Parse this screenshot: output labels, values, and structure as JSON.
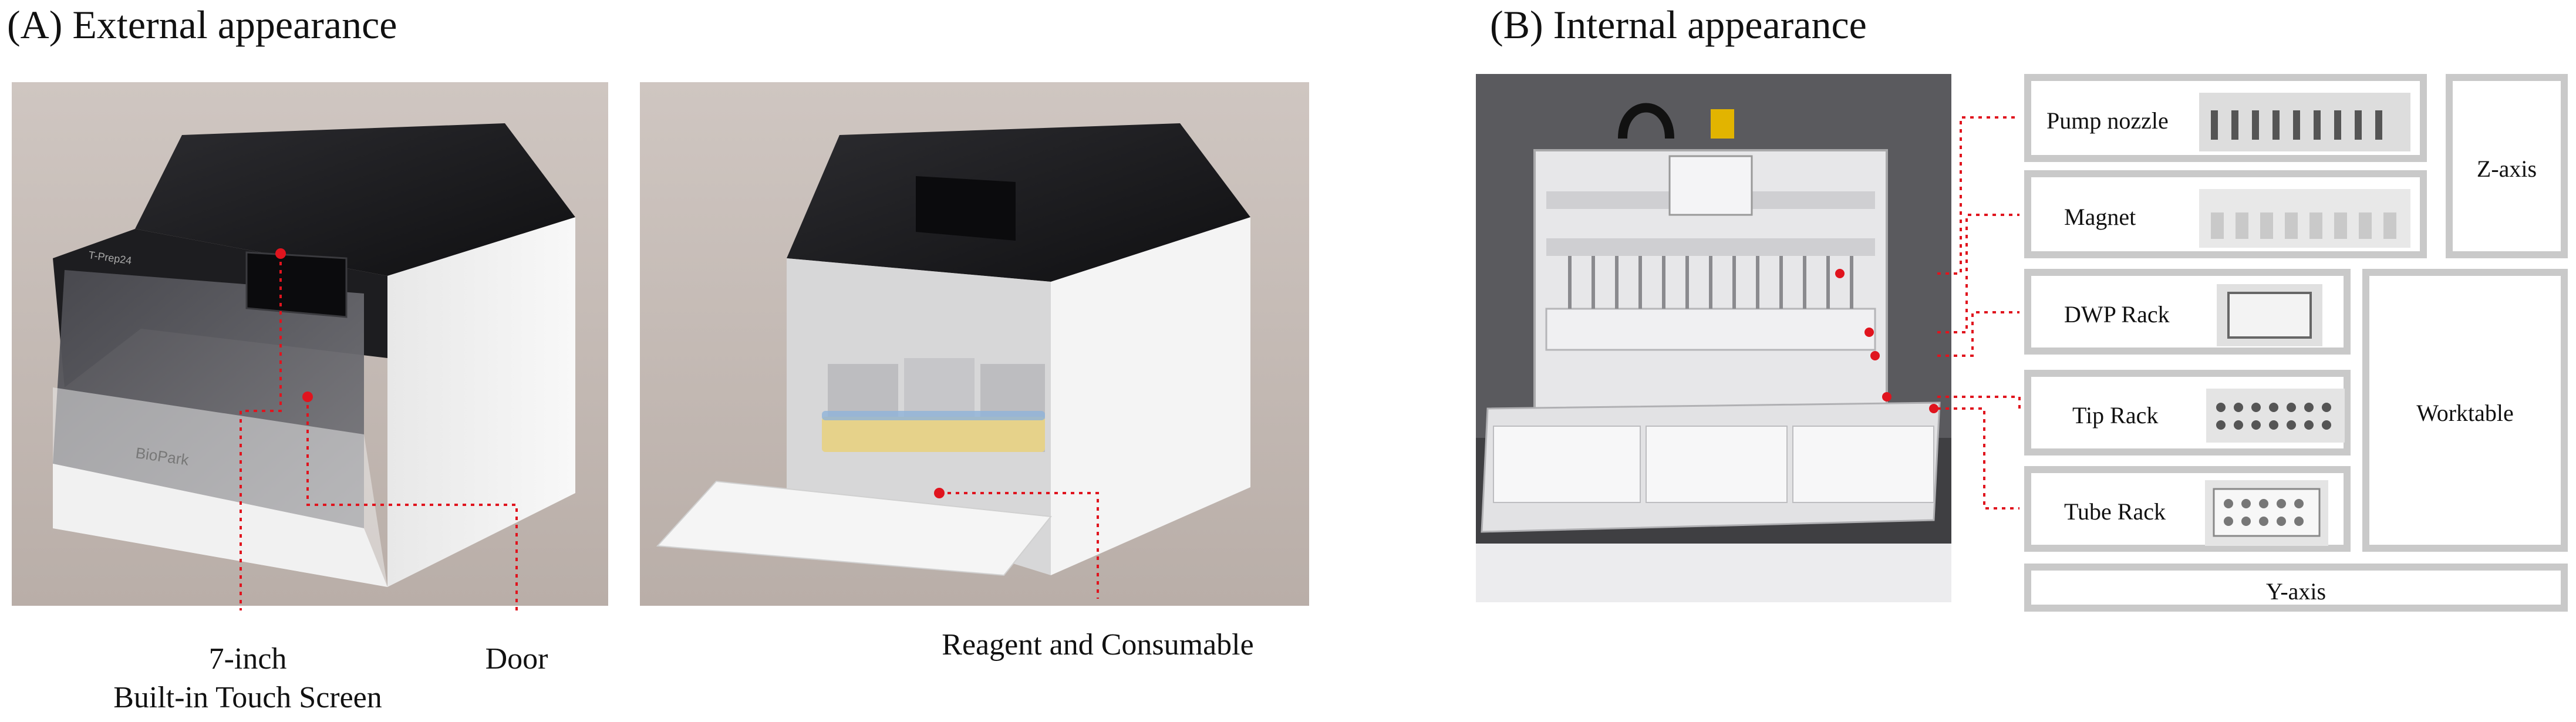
{
  "panelA": {
    "title": "(A) External appearance",
    "device_brand": "BioPark",
    "device_model": "T-Prep24",
    "callouts": {
      "screen_line1": "7-inch",
      "screen_line2": "Built-in Touch Screen",
      "door": "Door",
      "reagent": "Reagent and Consumable"
    }
  },
  "panelB": {
    "title": "(B) Internal appearance",
    "components": {
      "pump_nozzle": "Pump nozzle",
      "magnet": "Magnet",
      "dwp_rack": "DWP Rack",
      "tip_rack": "Tip Rack",
      "tube_rack": "Tube Rack"
    },
    "axes": {
      "z_axis": "Z-axis",
      "worktable": "Worktable",
      "y_axis": "Y-axis"
    }
  },
  "colors": {
    "callout_red": "#e0141e",
    "box_border": "#c9c9c9",
    "photo_bg": "#c3b8b2",
    "device_black": "#1f1f22",
    "device_white": "#f1f1f1"
  }
}
